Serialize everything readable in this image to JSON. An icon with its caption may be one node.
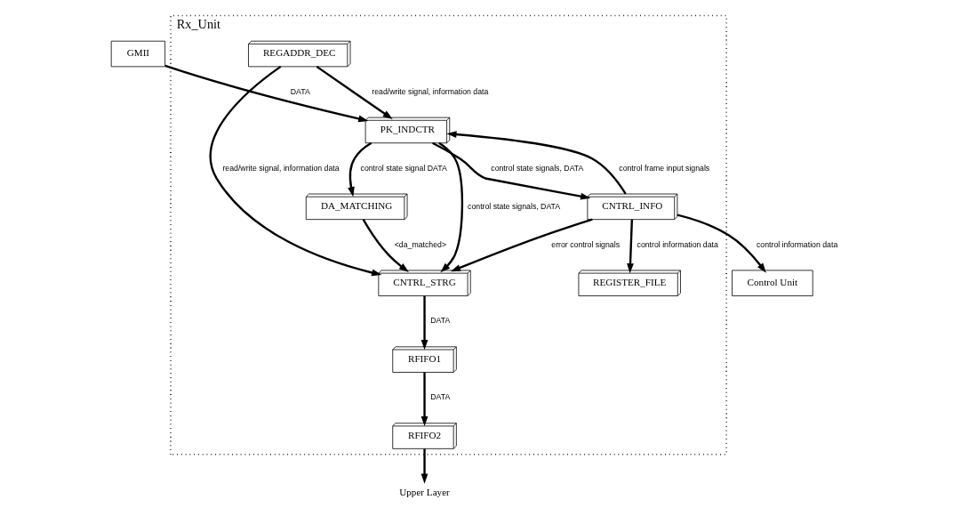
{
  "diagram": {
    "nodes": [
      {
        "text": [
          "GMII"
        ]
      },
      {
        "text": [
          "Control Unit"
        ]
      },
      {
        "text": [
          "Rx_Unit"
        ]
      },
      {
        "text": [
          "PK_INDCTR"
        ],
        "in": 2
      },
      {
        "text": [
          "CNTRL_INFO"
        ],
        "in": 2
      },
      {
        "text": [
          "REGADDR_DEC"
        ],
        "in": 2
      },
      {
        "text": [
          "REGISTER_FILE"
        ],
        "in": 2
      },
      {
        "text": [
          "DA_MATCHING"
        ],
        "in": 2
      },
      {
        "text": [
          "CNTRL_STRG"
        ],
        "in": 2
      },
      {
        "text": [
          "RFIFO1"
        ],
        "in": 2
      },
      {
        "text": [
          "RFIFO2"
        ],
        "in": 2
      },
      {
        "text": [
          "Upper Layer"
        ]
      }
    ],
    "edges": [
      {
        "from": 0,
        "to": 3,
        "arrow": "to",
        "label": "DATA"
      },
      {
        "from": 3,
        "to": 4,
        "arrow": "to",
        "label": "control state signals, DATA"
      },
      {
        "from": 4,
        "to": 3,
        "arrow": "to",
        "label": "control frame input signals"
      },
      {
        "from": 4,
        "to": 1,
        "arrow": "to",
        "label": "control information data"
      },
      {
        "from": 5,
        "to": 3,
        "arrow": "to",
        "label": "read/write signal, information data"
      },
      {
        "from": 4,
        "to": 6,
        "arrow": "to",
        "label": "control information data"
      },
      {
        "from": 3,
        "to": 7,
        "arrow": "to",
        "label": "control state signal DATA"
      },
      {
        "from": 3,
        "to": 8,
        "arrow": "to",
        "label": "control state signals, DATA"
      },
      {
        "from": 5,
        "to": 8,
        "arrow": "to",
        "label": "read/write signal, information data"
      },
      {
        "from": 4,
        "to": 8,
        "arrow": "to",
        "label": "error control signals"
      },
      {
        "from": 7,
        "to": 8,
        "arrow": "to",
        "label": "<da_matched>"
      },
      {
        "from": 8,
        "to": 9,
        "arrow": "to",
        "label": "DATA"
      },
      {
        "from": 9,
        "to": 10,
        "arrow": "to",
        "label": "DATA"
      },
      {
        "from": 10,
        "to": 11,
        "arrow": "to"
      }
    ]
  }
}
